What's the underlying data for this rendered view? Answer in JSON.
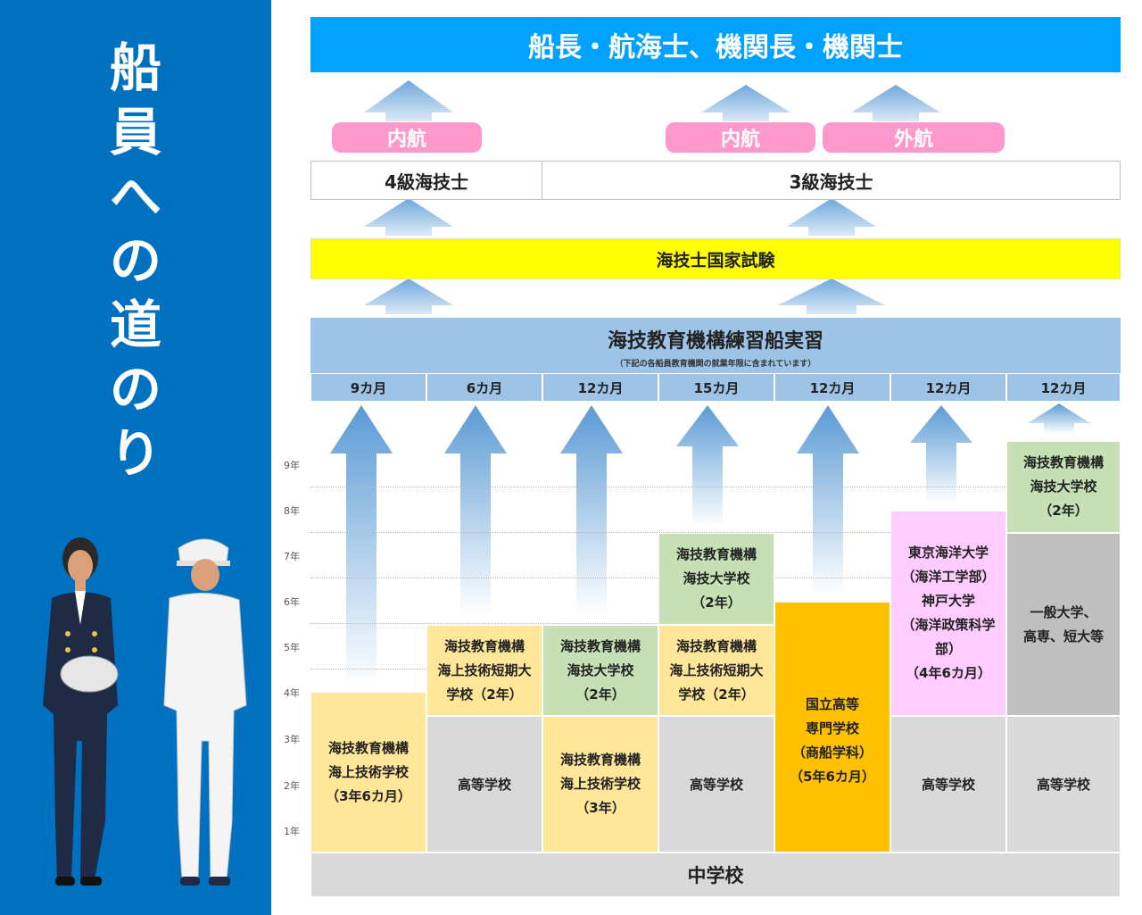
{
  "title": "船員への道のり",
  "top_goal": "船長・航海士、機関長・機関士",
  "routes": {
    "coastal": "内航",
    "coastal2": "内航",
    "ocean": "外航"
  },
  "licenses": {
    "grade4": "4級海技士",
    "grade3": "3級海技士"
  },
  "exam": "海技士国家試験",
  "training": {
    "title": "海技教育機構練習船実習",
    "note": "（下記の各船員教育機関の就業年限に含まれています）"
  },
  "durations": [
    "9カ月",
    "6カ月",
    "12カ月",
    "15カ月",
    "12カ月",
    "12カ月",
    "12カ月"
  ],
  "years": [
    "9年",
    "8年",
    "7年",
    "6年",
    "5年",
    "4年",
    "3年",
    "2年",
    "1年"
  ],
  "junior_high": "中学校",
  "schools": {
    "c1": "海技教育機構\n海上技術学校\n（3年6カ月）",
    "c2_top": "海技教育機構\n海上技術短期大\n学校（2年）",
    "c2_bottom": "高等学校",
    "c3_top": "海技教育機構\n海技大学校\n（2年）",
    "c3_bottom": "海技教育機構\n海上技術学校\n（3年）",
    "c4_top": "海技教育機構\n海技大学校\n（2年）",
    "c4_mid": "海技教育機構\n海上技術短期大\n学校（2年）",
    "c4_bottom": "高等学校",
    "c5": "国立高等\n専門学校\n（商船学科）\n（5年6カ月）",
    "c6_top": "東京海洋大学\n（海洋工学部）\n神戸大学\n（海洋政策科学\n部）\n（4年6カ月）",
    "c6_bottom": "高等学校",
    "c7_top": "海技教育機構\n海技大学校\n（2年）",
    "c7_mid": "一般大学、\n高専、短大等",
    "c7_bottom": "高等学校"
  },
  "colors": {
    "sidebar": "#0070c0",
    "goal": "#00a2ff",
    "exam": "#ffff00",
    "training": "#9dc3e6",
    "pink": "#ff99cc",
    "yellow_box": "#ffe699",
    "green_box": "#c5e0b4",
    "gray_box": "#d9d9d9",
    "orange_box": "#ffc000",
    "magenta_box": "#ffccff",
    "dark_gray_box": "#bfbfbf"
  }
}
